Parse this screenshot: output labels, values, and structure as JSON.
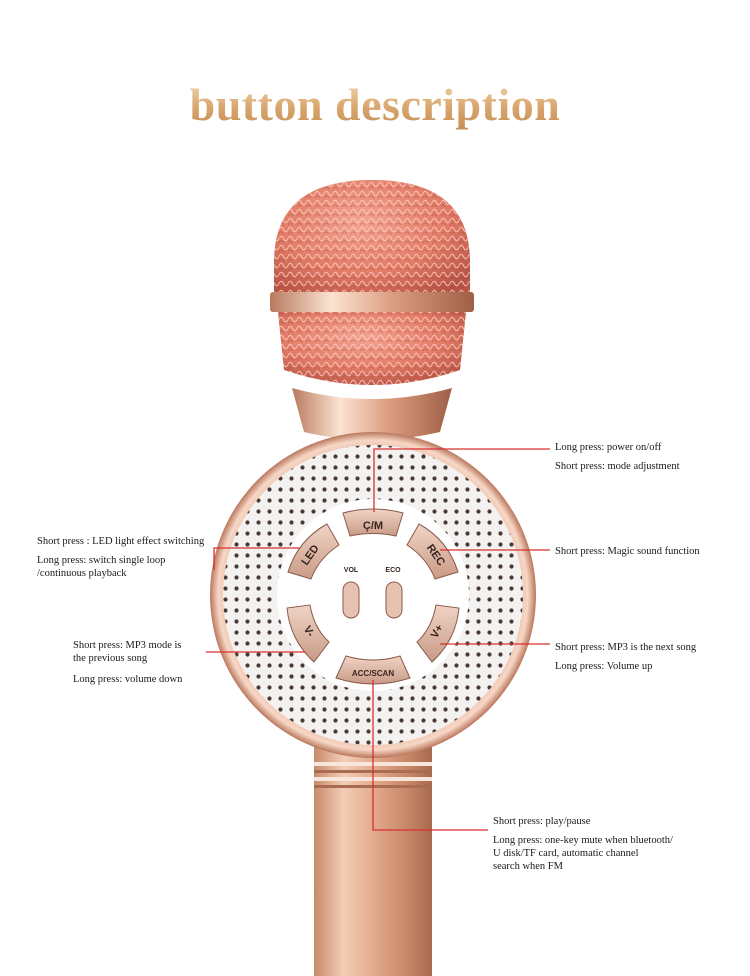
{
  "title": "button description",
  "buttons": {
    "top": "Ç/M",
    "left": "LED",
    "right": "REC",
    "right_lower": "V+",
    "left_lower": "V-",
    "bottom": "ACC/SCAN",
    "inner_left": "VOL",
    "inner_right": "ECO"
  },
  "annotations": {
    "power": {
      "line1": "Long press: power on/off",
      "line2": "Short press: mode adjustment"
    },
    "led": {
      "line1": "Short press : LED light effect switching",
      "line2": "Long press: switch single loop",
      "line3": "/continuous playback"
    },
    "magic": {
      "line1": "Short press: Magic sound function"
    },
    "next": {
      "line1": "Short press: MP3 is the next song",
      "line2": "Long press: Volume up"
    },
    "prev": {
      "line1": "Short press: MP3 mode is",
      "line2": "the previous song",
      "line3": "Long press: volume down"
    },
    "play": {
      "line1": "Short press: play/pause",
      "line2": "Long press: one-key mute when bluetooth/",
      "line3": "U disk/TF card, automatic channel",
      "line4": "search when FM"
    }
  },
  "colors": {
    "rose_gold": "#d9a084",
    "mesh": "#e07a6a",
    "callout_line": "#d83030"
  }
}
